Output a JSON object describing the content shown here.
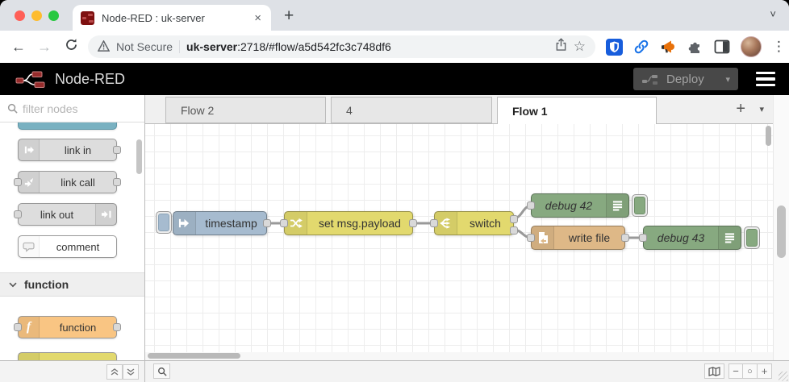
{
  "browser": {
    "tab_title": "Node-RED : uk-server",
    "close_glyph": "×",
    "new_tab_glyph": "+",
    "back_glyph": "←",
    "forward_glyph": "→",
    "not_secure": "Not Secure",
    "url_host": "uk-server",
    "url_path": ":2718/#flow/a5d542fc3c748df6",
    "star_glyph": "☆",
    "menu_glyph": "⋮",
    "tab_chevron": "˅"
  },
  "header": {
    "app_title": "Node-RED",
    "deploy_label": "Deploy",
    "deploy_chevron": "▾"
  },
  "palette": {
    "filter_placeholder": "filter nodes",
    "category_function": "function",
    "nodes": {
      "link_in": "link in",
      "link_call": "link call",
      "link_out": "link out",
      "comment": "comment",
      "function": "function",
      "function_icon_glyph": "f"
    }
  },
  "workspace": {
    "tabs": {
      "tab1": "Flow 2",
      "tab2": "4",
      "tab3": "Flow 1"
    },
    "add_tab_glyph": "+",
    "list_chevron": "▾"
  },
  "flow": {
    "inject_label": "timestamp",
    "change_label": "set msg.payload",
    "switch_label": "switch",
    "debug42_label": "debug 42",
    "file_label": "write file",
    "debug43_label": "debug 43"
  },
  "footer": {
    "zoom_out_glyph": "−",
    "zoom_reset_glyph": "○",
    "zoom_in_glyph": "+"
  },
  "colors": {
    "inject_node": "#a6bbcf",
    "change_node": "#e2d96e",
    "switch_node": "#e2d96e",
    "debug_node": "#87a980",
    "file_node": "#deb887",
    "function_node": "#f9c583",
    "link_node": "#dddddd",
    "comment_node": "#ffffff",
    "status_node_sliver": "#79b1c1",
    "wire": "#999999",
    "header_bg": "#000000",
    "logo_red": "#962c2c",
    "traffic_red": "#ff5f57",
    "traffic_yellow": "#febc2e",
    "traffic_green": "#28c840",
    "bitwarden_blue": "#175ddc",
    "link_ext_blue": "#1a73e8",
    "megaphone_orange": "#e8710a"
  },
  "icons": {
    "favicon": "node-red-icon",
    "warning": "warning-triangle-icon",
    "share": "share-icon",
    "star": "bookmark-star-icon",
    "extensions": [
      "bitwarden-shield-icon",
      "link-icon",
      "megaphone-icon",
      "puzzle-icon",
      "side-panel-icon"
    ],
    "palette_search": "magnifier-icon",
    "footer_left": "collapse-up-icon / collapse-down-icon",
    "footer_canvas": [
      "search-icon",
      "map-navigator-icon",
      "zoom-out-icon",
      "zoom-reset-icon",
      "zoom-in-icon"
    ]
  }
}
